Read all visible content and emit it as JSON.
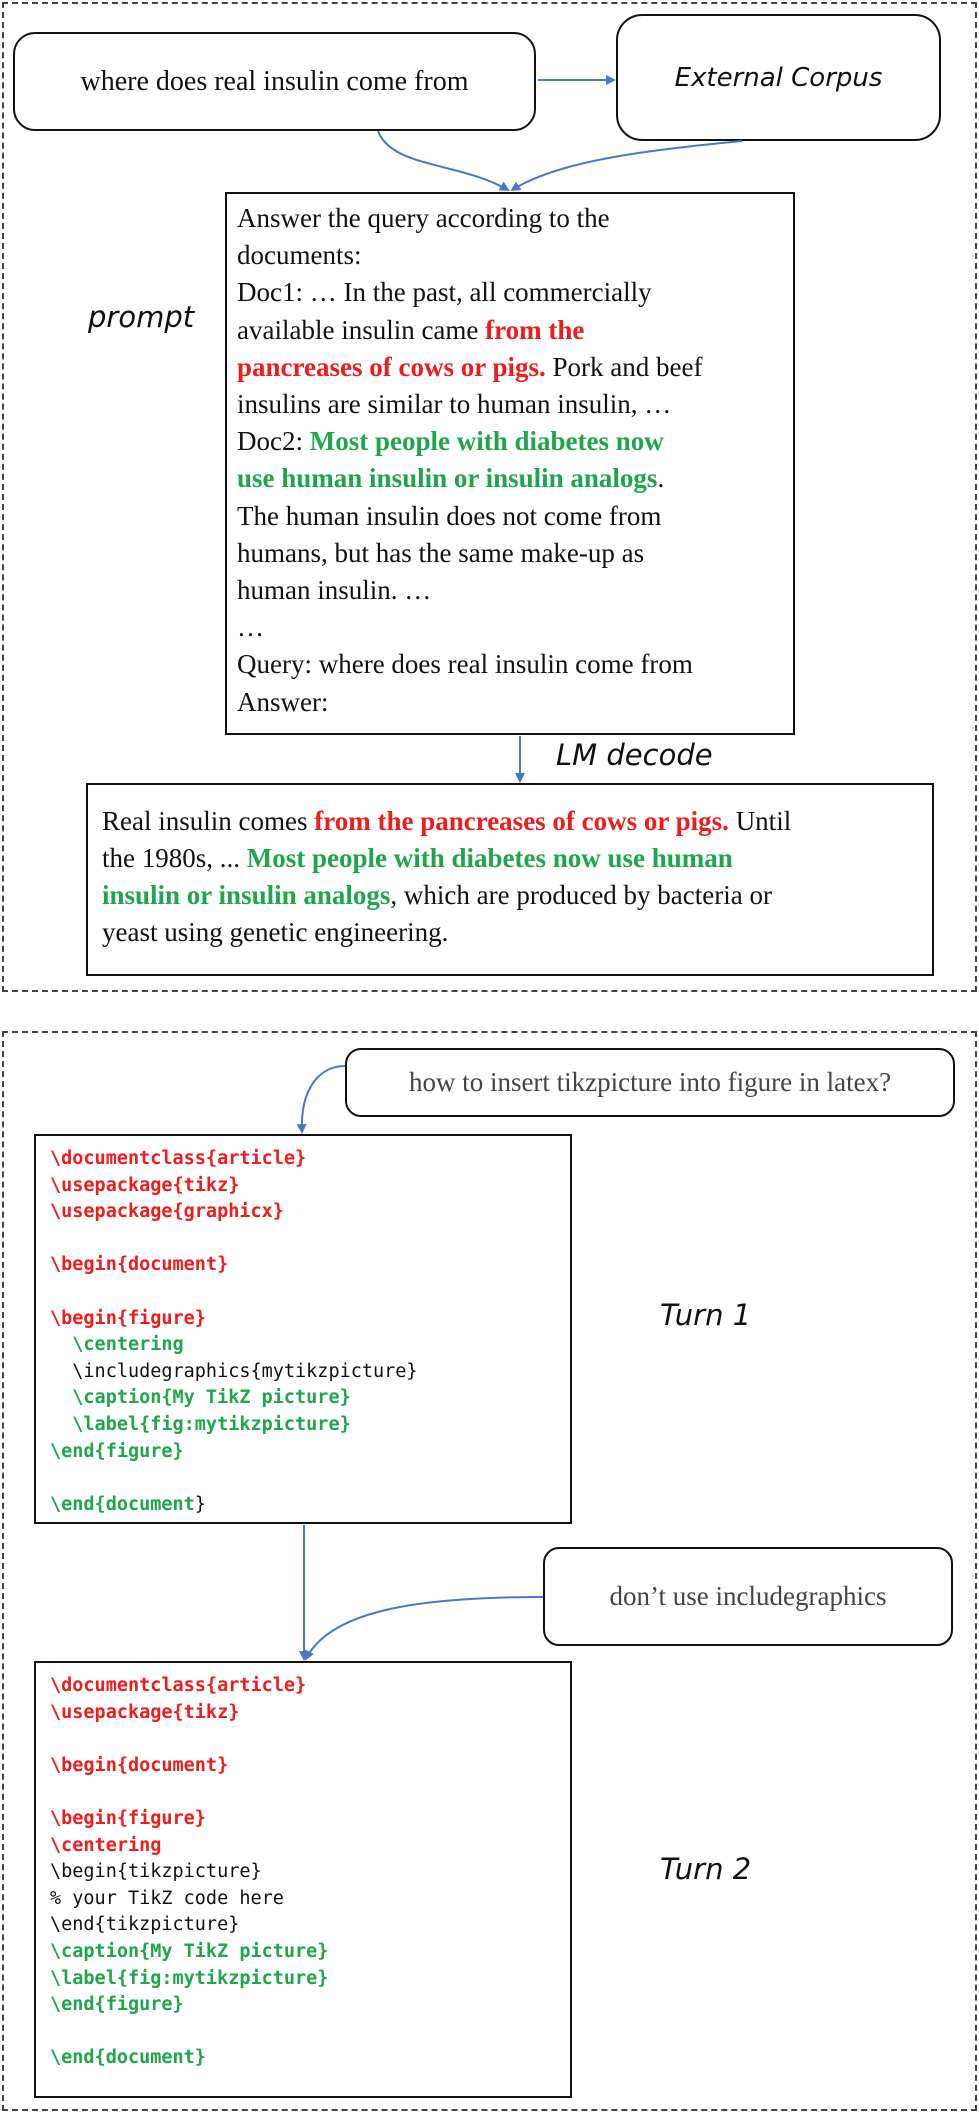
{
  "rag": {
    "query_label": "where does real insulin come from",
    "corpus_label": "External Corpus",
    "prompt_label": "prompt",
    "decode_label": "LM decode",
    "prompt_lines": [
      [
        {
          "t": "Answer the query according to the",
          "s": "plain"
        }
      ],
      [
        {
          "t": "documents:",
          "s": "plain"
        }
      ],
      [
        {
          "t": "Doc1: … In the past, all commercially",
          "s": "plain"
        }
      ],
      [
        {
          "t": "available insulin came ",
          "s": "plain"
        },
        {
          "t": "from the",
          "s": "red"
        }
      ],
      [
        {
          "t": "pancreases of cows or pigs.",
          "s": "red"
        },
        {
          "t": " Pork and beef",
          "s": "plain"
        }
      ],
      [
        {
          "t": "insulins are similar to human insulin, …",
          "s": "plain"
        }
      ],
      [
        {
          "t": "Doc2: ",
          "s": "plain"
        },
        {
          "t": "Most people with diabetes now",
          "s": "green"
        }
      ],
      [
        {
          "t": "use human insulin or insulin analogs",
          "s": "green"
        },
        {
          "t": ".",
          "s": "plain"
        }
      ],
      [
        {
          "t": "The human insulin does not come from",
          "s": "plain"
        }
      ],
      [
        {
          "t": "humans, but has the same make-up as",
          "s": "plain"
        }
      ],
      [
        {
          "t": "human insulin. …",
          "s": "plain"
        }
      ],
      [
        {
          "t": "…",
          "s": "plain"
        }
      ],
      [
        {
          "t": "Query: where does real insulin come from",
          "s": "plain"
        }
      ],
      [
        {
          "t": "Answer:",
          "s": "plain"
        }
      ]
    ],
    "answer_lines": [
      [
        {
          "t": "Real insulin comes ",
          "s": "plain"
        },
        {
          "t": "from the pancreases of cows or pigs.",
          "s": "red"
        },
        {
          "t": " Until",
          "s": "plain"
        }
      ],
      [
        {
          "t": "the 1980s, ... ",
          "s": "plain"
        },
        {
          "t": "Most people with diabetes now use human",
          "s": "green"
        }
      ],
      [
        {
          "t": "insulin or insulin analogs",
          "s": "green"
        },
        {
          "t": ", which are produced by bacteria or",
          "s": "plain"
        }
      ],
      [
        {
          "t": "yeast using genetic engineering.",
          "s": "plain"
        }
      ]
    ]
  },
  "chat": {
    "question1": "how to insert tikzpicture into figure in latex?",
    "question2": "don’t use includegraphics",
    "turn1_label": "Turn 1",
    "turn2_label": "Turn 2",
    "code1_lines": [
      [
        {
          "t": "\\documentclass{article}",
          "s": "red"
        }
      ],
      [
        {
          "t": "\\usepackage{tikz}",
          "s": "red"
        }
      ],
      [
        {
          "t": "\\usepackage{graphicx}",
          "s": "red"
        }
      ],
      [],
      [
        {
          "t": "\\begin{document}",
          "s": "red"
        }
      ],
      [],
      [
        {
          "t": "\\begin{figure}",
          "s": "red"
        }
      ],
      [
        {
          "t": "  \\centering",
          "s": "green"
        }
      ],
      [
        {
          "t": "  \\includegraphics{mytikzpicture}",
          "s": "plain"
        }
      ],
      [
        {
          "t": "  \\caption{My TikZ picture}",
          "s": "green"
        }
      ],
      [
        {
          "t": "  \\label{fig:mytikzpicture}",
          "s": "green"
        }
      ],
      [
        {
          "t": "\\end{figure}",
          "s": "green"
        }
      ],
      [],
      [
        {
          "t": "\\end{document",
          "s": "green"
        },
        {
          "t": "}",
          "s": "plain"
        }
      ]
    ],
    "code2_lines": [
      [
        {
          "t": "\\documentclass{article}",
          "s": "red"
        }
      ],
      [
        {
          "t": "\\usepackage{tikz}",
          "s": "red"
        }
      ],
      [],
      [
        {
          "t": "\\begin{document}",
          "s": "red"
        }
      ],
      [],
      [
        {
          "t": "\\begin{figure}",
          "s": "red"
        }
      ],
      [
        {
          "t": "\\centering",
          "s": "red"
        }
      ],
      [
        {
          "t": "\\begin{tikzpicture}",
          "s": "plain"
        }
      ],
      [
        {
          "t": "% your TikZ code here",
          "s": "plain"
        }
      ],
      [
        {
          "t": "\\end{tikzpicture}",
          "s": "plain"
        }
      ],
      [
        {
          "t": "\\caption{My TikZ picture}",
          "s": "green"
        }
      ],
      [
        {
          "t": "\\label{fig:mytikzpicture}",
          "s": "green"
        }
      ],
      [
        {
          "t": "\\end{figure}",
          "s": "green"
        }
      ],
      [],
      [
        {
          "t": "\\end{document}",
          "s": "green"
        }
      ]
    ]
  },
  "colors": {
    "highlight_red": "#ee1c1c",
    "highlight_green": "#1fa64a",
    "arrow_blue": "#4a77c9"
  }
}
